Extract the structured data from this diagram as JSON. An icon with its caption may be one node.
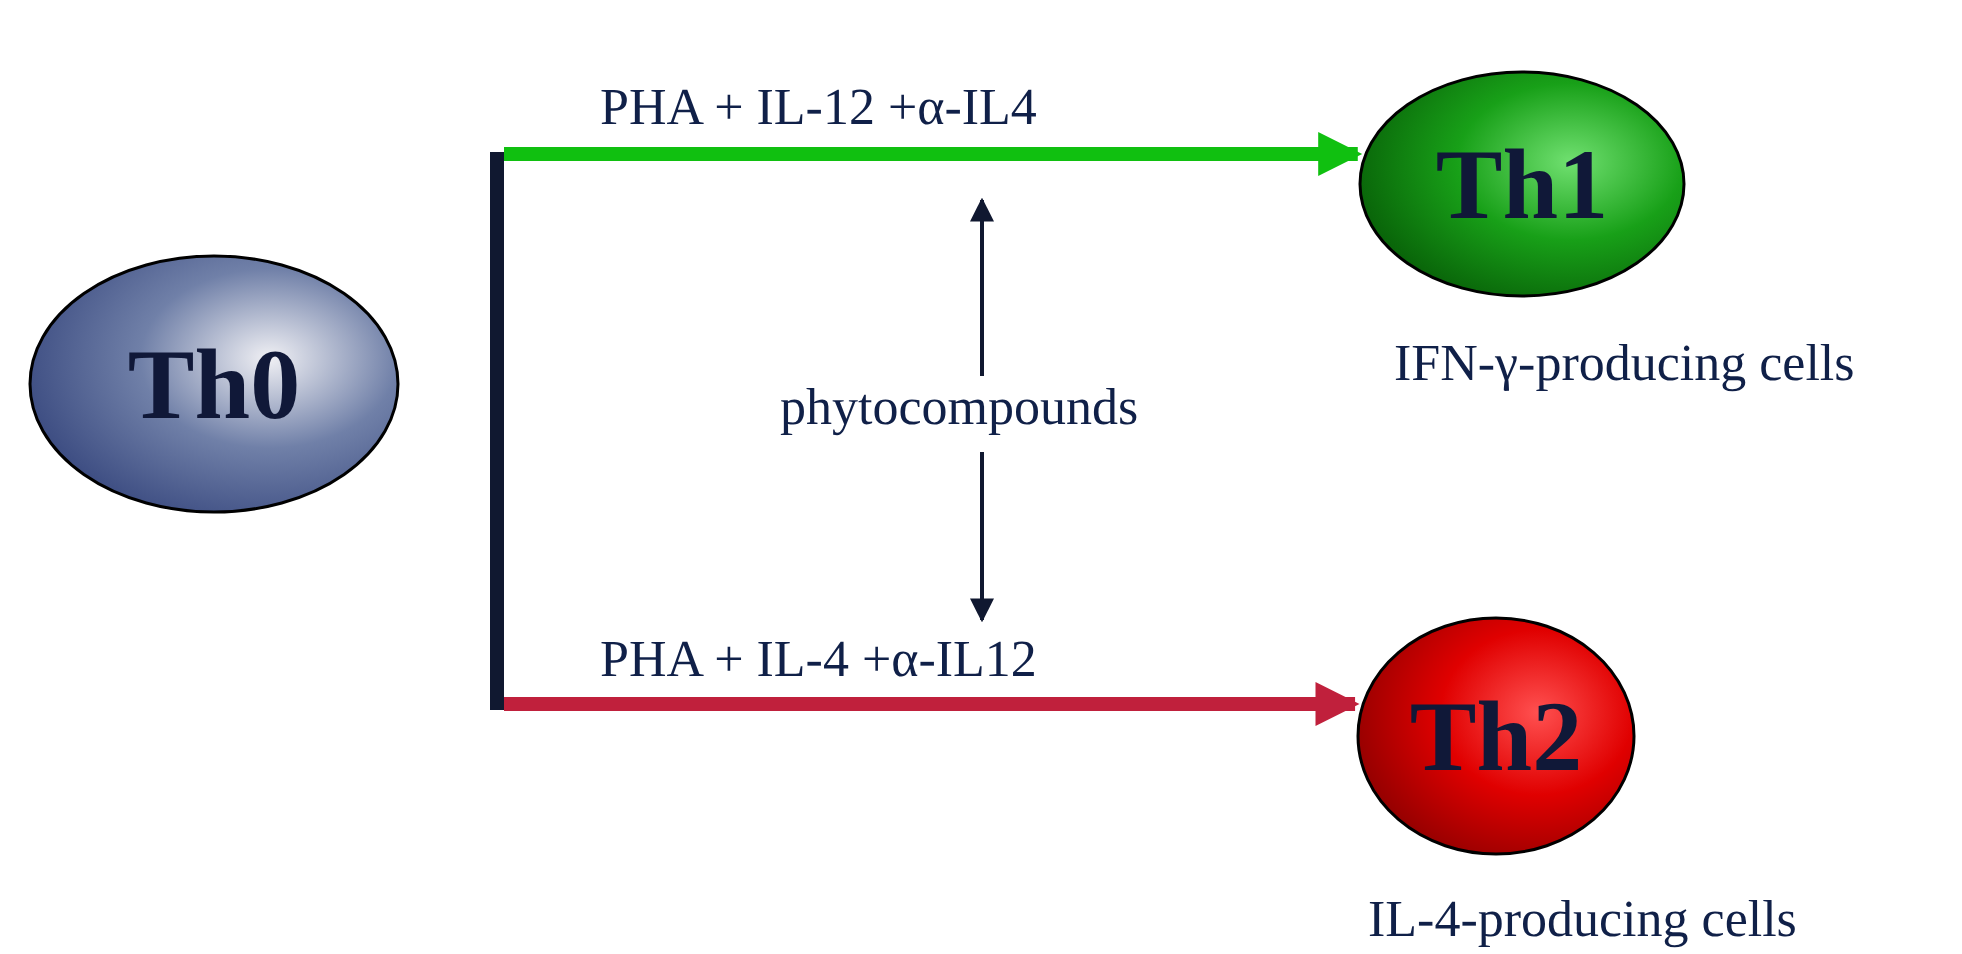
{
  "diagram": {
    "nodes": [
      {
        "text": [
          "Th0"
        ]
      },
      {
        "text": [
          "Th1"
        ],
        "beside": [
          "IFN-γ-producing cells"
        ]
      },
      {
        "text": [
          "Th2"
        ],
        "beside": [
          "IL-4-producing cells"
        ]
      },
      {
        "text": [
          "phytocompounds"
        ]
      }
    ],
    "edges": [
      {
        "from": null,
        "to": 1,
        "arrow": "to",
        "label": "PHA + IL-12 +α-IL4",
        "style": "thick",
        "color": "#10c010"
      },
      {
        "from": null,
        "to": 2,
        "arrow": "to",
        "label": "PHA + IL-4 +α-IL12",
        "style": "thick",
        "color": "#c0203c"
      },
      {
        "from": 3,
        "to": null,
        "arrow": "to"
      },
      {
        "from": 3,
        "to": null,
        "arrow": "to"
      }
    ]
  }
}
